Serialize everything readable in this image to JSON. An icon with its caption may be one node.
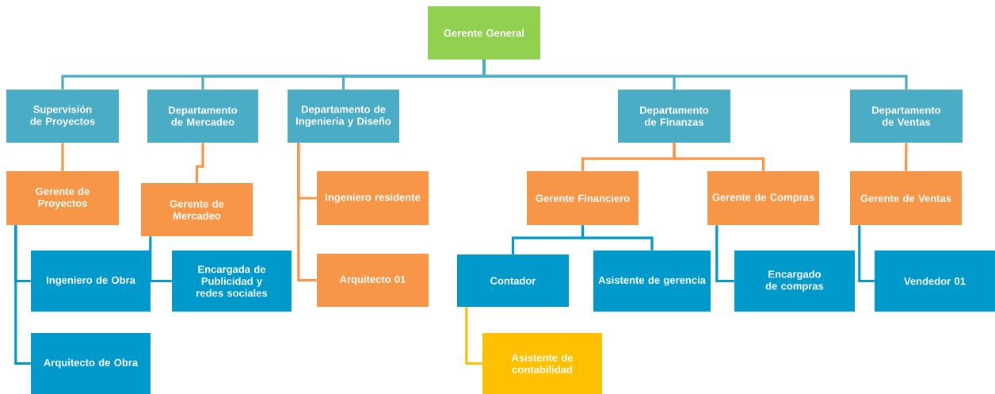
{
  "diagram": {
    "nodes": [
      {
        "text": [
          "Gerente General"
        ]
      },
      {
        "text": [
          "Supervisión de Proyectos"
        ]
      },
      {
        "text": [
          "Departamento de Mercadeo"
        ]
      },
      {
        "text": [
          "Departamento de Ingenieria y Diseño"
        ]
      },
      {
        "text": [
          "Departamento de Finanzas"
        ]
      },
      {
        "text": [
          "Departamento de Ventas"
        ]
      },
      {
        "text": [
          "Gerente de Proyectos"
        ]
      },
      {
        "text": [
          "Gerente de Mercadeo"
        ]
      },
      {
        "text": [
          "Ingeniero residente"
        ]
      },
      {
        "text": [
          "Arquitecto 01"
        ]
      },
      {
        "text": [
          "Gerente Financiero"
        ]
      },
      {
        "text": [
          "Gerente de Compras"
        ]
      },
      {
        "text": [
          "Gerente de Ventas"
        ]
      },
      {
        "text": [
          "Ingeniero de Obra"
        ]
      },
      {
        "text": [
          "Encargada de Publicidad y redes sociales"
        ]
      },
      {
        "text": [
          "Arquitecto de Obra"
        ]
      },
      {
        "text": [
          "Contador"
        ]
      },
      {
        "text": [
          "Asistente de gerencia"
        ]
      },
      {
        "text": [
          "Encargado de compras"
        ]
      },
      {
        "text": [
          "Vendedor 01"
        ]
      },
      {
        "text": [
          "Asistente de contabilidad"
        ]
      }
    ],
    "edges": [
      {
        "from": 0,
        "to": 1,
        "arrow": "none",
        "color": "#4bacc6"
      },
      {
        "from": 0,
        "to": 2,
        "arrow": "none",
        "color": "#4bacc6"
      },
      {
        "from": 0,
        "to": 3,
        "arrow": "none",
        "color": "#4bacc6"
      },
      {
        "from": 0,
        "to": 4,
        "arrow": "none",
        "color": "#4bacc6"
      },
      {
        "from": 0,
        "to": 5,
        "arrow": "none",
        "color": "#4bacc6"
      },
      {
        "from": 1,
        "to": 6,
        "arrow": "none",
        "color": "#f79646"
      },
      {
        "from": 2,
        "to": 7,
        "arrow": "none",
        "color": "#f79646"
      },
      {
        "from": 3,
        "to": 8,
        "arrow": "none",
        "color": "#f79646"
      },
      {
        "from": 3,
        "to": 9,
        "arrow": "none",
        "color": "#f79646"
      },
      {
        "from": 4,
        "to": 10,
        "arrow": "none",
        "color": "#f79646"
      },
      {
        "from": 4,
        "to": 11,
        "arrow": "none",
        "color": "#f79646"
      },
      {
        "from": 5,
        "to": 12,
        "arrow": "none",
        "color": "#f79646"
      },
      {
        "from": 6,
        "to": 13,
        "arrow": "none",
        "color": "#0099cc"
      },
      {
        "from": 6,
        "to": 15,
        "arrow": "none",
        "color": "#0099cc"
      },
      {
        "from": 7,
        "to": 14,
        "arrow": "none",
        "color": "#0099cc"
      },
      {
        "from": 10,
        "to": 16,
        "arrow": "none",
        "color": "#0099cc"
      },
      {
        "from": 10,
        "to": 17,
        "arrow": "none",
        "color": "#0099cc"
      },
      {
        "from": 11,
        "to": 18,
        "arrow": "none",
        "color": "#0099cc"
      },
      {
        "from": 12,
        "to": 19,
        "arrow": "none",
        "color": "#0099cc"
      },
      {
        "from": 16,
        "to": 20,
        "arrow": "none",
        "color": "#ffc000"
      }
    ]
  }
}
